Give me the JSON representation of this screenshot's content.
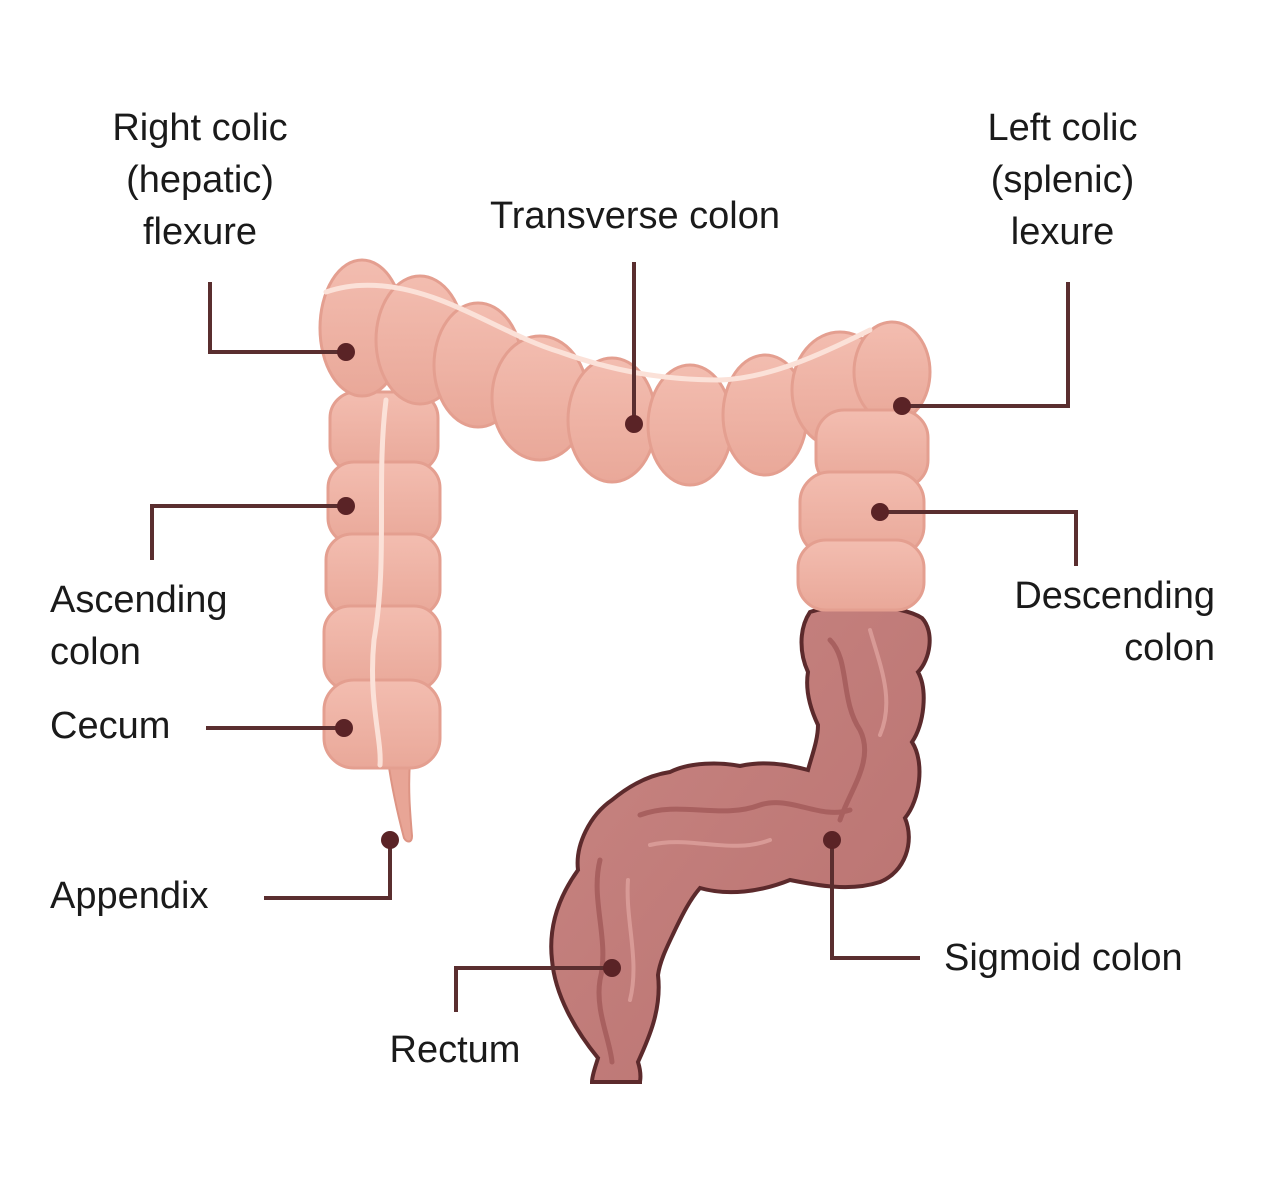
{
  "colors": {
    "background": "#ffffff",
    "colon_fill": "#efb3a5",
    "colon_outline": "#e8a596",
    "colon_highlight": "#fbe1d8",
    "sigmoid_fill": "#c27c79",
    "sigmoid_dark": "#a8605f",
    "sigmoid_outline": "#5c2a2c",
    "leader_line": "#5a2e2f",
    "marker_dot": "#5a2326",
    "text": "#1a1a1a"
  },
  "labels": {
    "right_colic_flexure": [
      "Right colic",
      "(hepatic)",
      "flexure"
    ],
    "transverse_colon": "Transverse colon",
    "left_colic_flexure": [
      "Left colic",
      "(splenic)",
      "lexure"
    ],
    "ascending_colon": [
      "Ascending",
      "colon"
    ],
    "descending_colon": [
      "Descending",
      "colon"
    ],
    "cecum": "Cecum",
    "appendix": "Appendix",
    "sigmoid_colon": "Sigmoid colon",
    "rectum": "Rectum"
  }
}
